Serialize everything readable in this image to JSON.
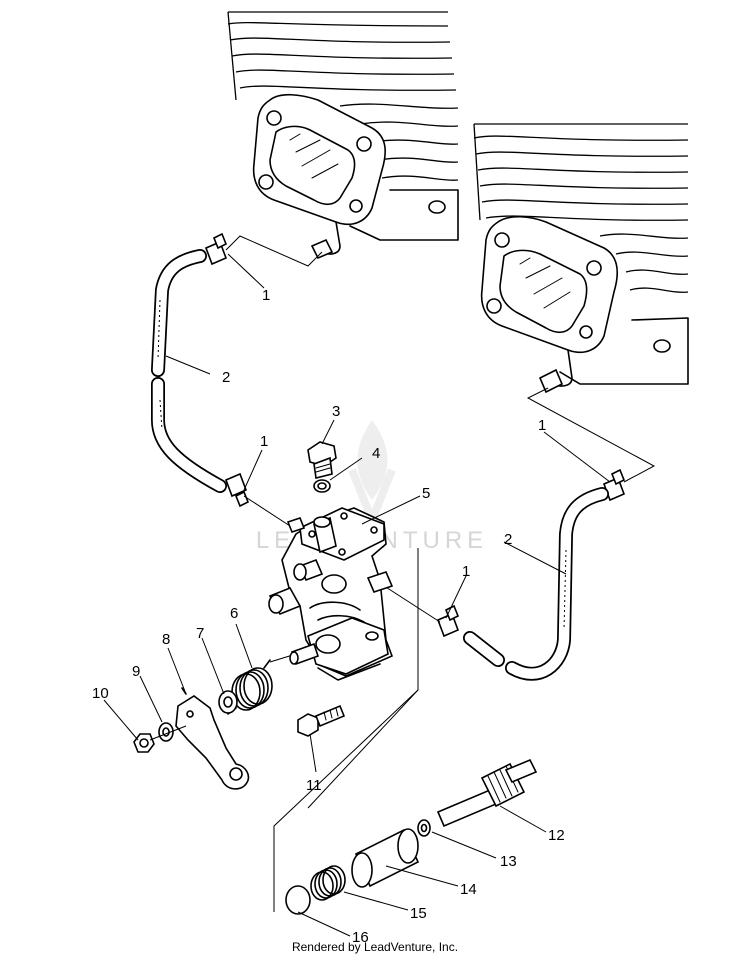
{
  "diagram": {
    "callouts": [
      {
        "id": "c1a",
        "label": "1"
      },
      {
        "id": "c2a",
        "label": "2"
      },
      {
        "id": "c3",
        "label": "3"
      },
      {
        "id": "c1b",
        "label": "1"
      },
      {
        "id": "c4",
        "label": "4"
      },
      {
        "id": "c1c",
        "label": "1"
      },
      {
        "id": "c5",
        "label": "5"
      },
      {
        "id": "c2b",
        "label": "2"
      },
      {
        "id": "c1d",
        "label": "1"
      },
      {
        "id": "c6",
        "label": "6"
      },
      {
        "id": "c7",
        "label": "7"
      },
      {
        "id": "c8",
        "label": "8"
      },
      {
        "id": "c9",
        "label": "9"
      },
      {
        "id": "c10",
        "label": "10"
      },
      {
        "id": "c11",
        "label": "11"
      },
      {
        "id": "c12",
        "label": "12"
      },
      {
        "id": "c13",
        "label": "13"
      },
      {
        "id": "c14",
        "label": "14"
      },
      {
        "id": "c15",
        "label": "15"
      },
      {
        "id": "c16",
        "label": "16"
      }
    ],
    "watermark": "LEADVENTURE",
    "credit": "Rendered by LeadVenture, Inc."
  }
}
